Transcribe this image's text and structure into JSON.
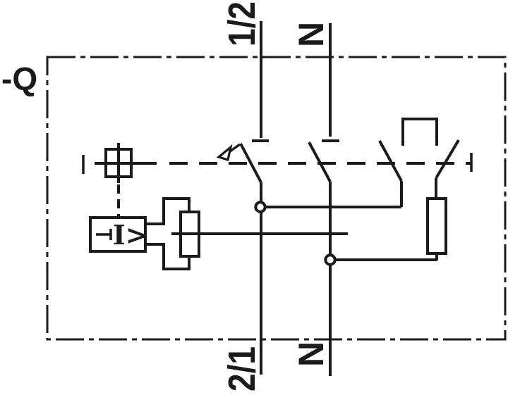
{
  "colors": {
    "line": "#1b1b1b",
    "background": "#ffffff"
  },
  "device": {
    "reference_label": "-Q"
  },
  "terminals": {
    "top_line_label": "1/2",
    "top_neutral_label": "N",
    "bottom_line_label": "2/1",
    "bottom_neutral_label": "N"
  },
  "release": {
    "symbol_text": "I>"
  }
}
